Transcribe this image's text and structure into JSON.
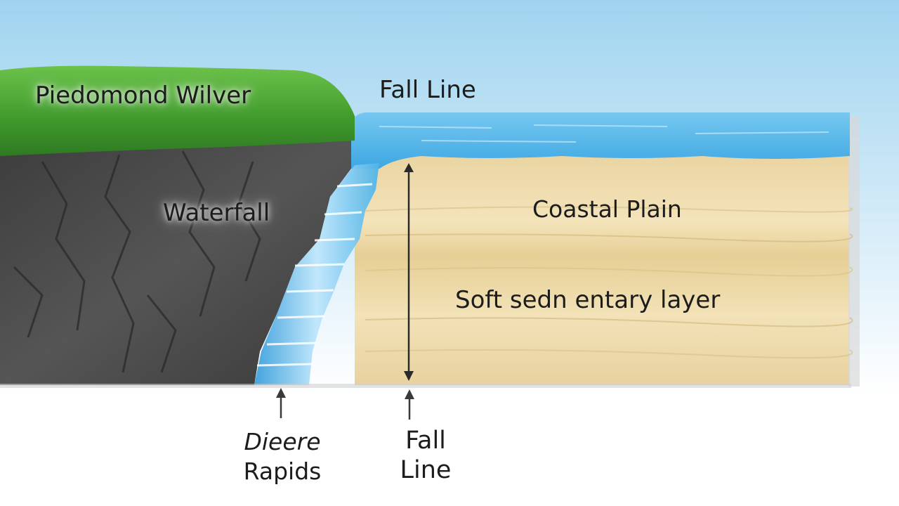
{
  "labels": {
    "piedmont": "Piedomond Wilver",
    "fall_line_top": "Fall Line",
    "waterfall": "Waterfall",
    "coastal_plain": "Coastal Plain",
    "soft_layer": "Soft sedn entary layer",
    "rapids_line1": "Dieere",
    "rapids_line2": "Rapids",
    "fall_line_bottom_1": "Fall",
    "fall_line_bottom_2": "Line"
  },
  "colors": {
    "sky_top": "#9fd3ef",
    "sky_bottom": "#ffffff",
    "grass": "#4fa63a",
    "rock": "#4a4a4a",
    "water": "#5ab8e8",
    "sand": "#eedcaa",
    "arrow": "#2a2a2a"
  }
}
